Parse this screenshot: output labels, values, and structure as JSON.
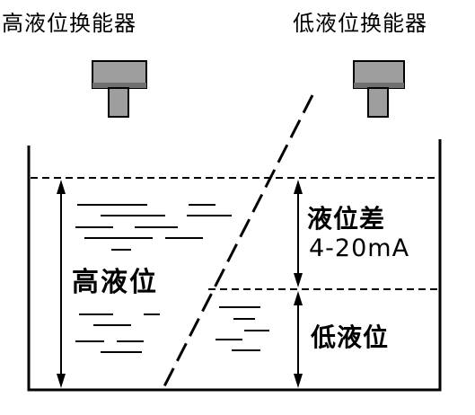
{
  "labels": {
    "high_transducer": "高液位换能器",
    "low_transducer": "低液位换能器",
    "high_level": "高液位",
    "level_difference": "液位差",
    "signal_range": "4-20mA",
    "low_level": "低液位"
  },
  "colors": {
    "ink": "#000000",
    "transducer_fill": "#9e9e9e",
    "transducer_shade": "#6f6f6f",
    "background": "#ffffff"
  }
}
